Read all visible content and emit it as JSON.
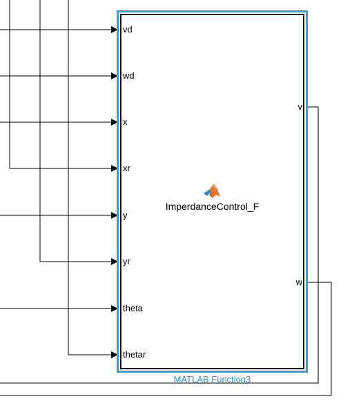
{
  "block": {
    "function_name": "ImperdanceControl_F",
    "caption": "MATLAB Function3",
    "inputs": [
      "vd",
      "wd",
      "x",
      "xr",
      "y",
      "yr",
      "theta",
      "thetar"
    ],
    "outputs": [
      "v",
      "w"
    ],
    "icon": "matlab-membrane-icon",
    "selection_color": "#2ea0e6",
    "caption_color": "#1e90e6"
  }
}
